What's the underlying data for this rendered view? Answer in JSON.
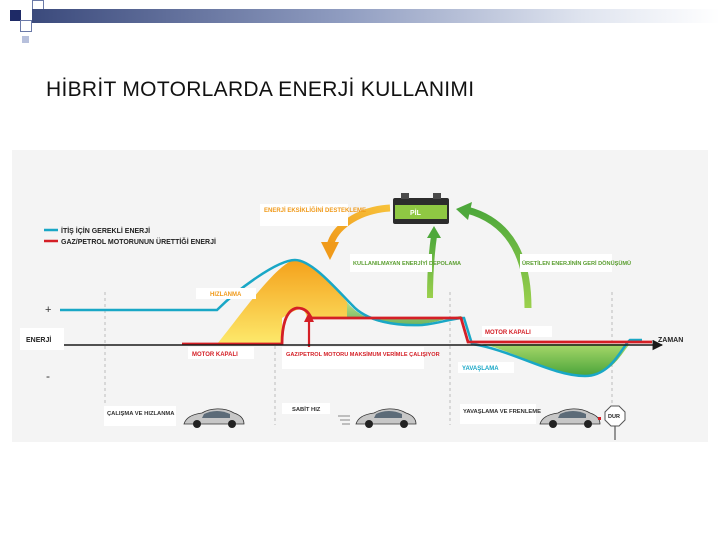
{
  "slide": {
    "title": "HİBRİT MOTORLARDA ENERJİ KULLANIMI"
  },
  "legend": {
    "required_energy": "İTİŞ İÇİN GEREKLİ ENERJİ",
    "engine_energy": "GAZ/PETROL MOTORUNUN ÜRETTİĞİ ENERJİ"
  },
  "axis": {
    "y_label": "ENERJİ",
    "x_label": "ZAMAN",
    "plus": "+",
    "minus": "-"
  },
  "labels": {
    "energy_support": "ENERJİ EKSİKLİĞİNİ DESTEKLEME",
    "battery": "PİL",
    "unused_energy": "KULLANILMAYAN ENERJİYİ DEPOLAMA",
    "regen": "ÜRETİLEN ENERJİNİN GERİ DÖNÜŞÜMÜ",
    "accelerate": "HIZLANMA",
    "motor_off_right": "MOTOR KAPALI",
    "motor_off_left": "MOTOR KAPALI",
    "engine_max": "GAZ/PETROL MOTORU MAKSİMUM VERİMLE ÇALIŞIYOR",
    "decelerate": "YAVAŞLAMA",
    "stage_start": "ÇALIŞMA VE HIZLANMA",
    "stage_constant": "SABİT HIZ",
    "stage_brake": "YAVAŞLAMA VE FRENLEME",
    "stage_stop": "DUR"
  },
  "colors": {
    "required_energy": "#19a7c6",
    "engine_energy": "#d41f26",
    "battery_support": "#f2a41a",
    "energy_store": "#7bbf3a",
    "deco_blue": "#1e2a66"
  }
}
